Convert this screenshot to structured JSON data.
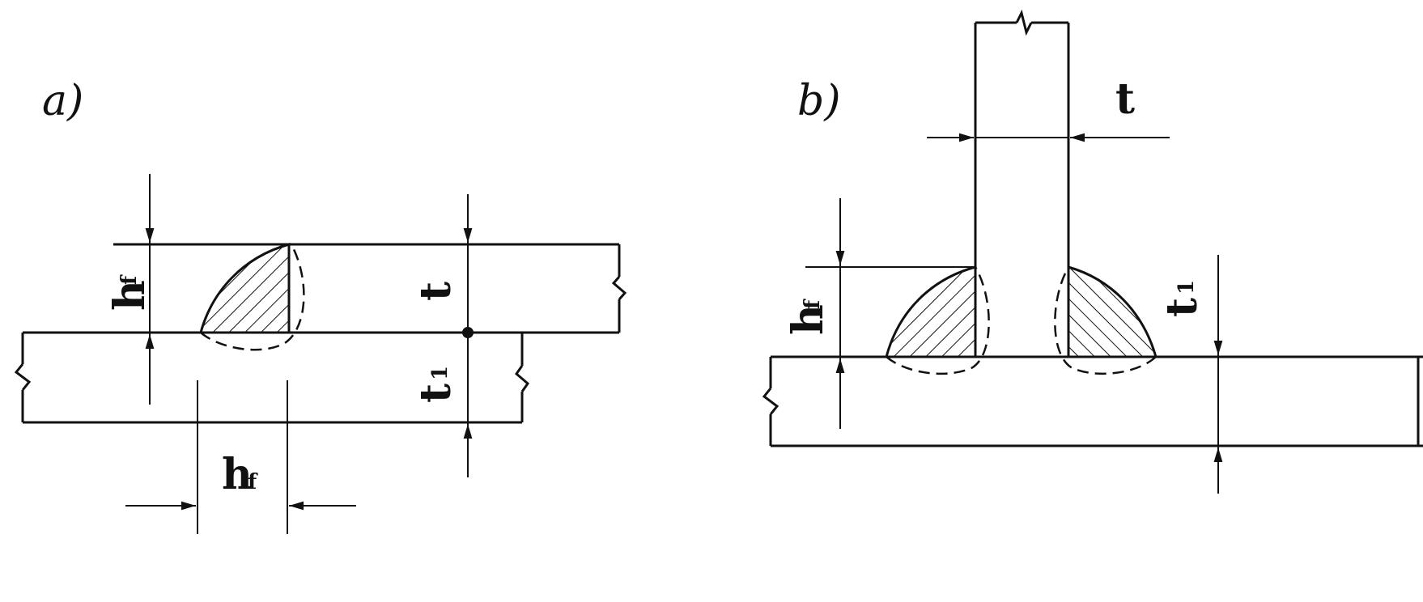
{
  "figure": {
    "panel_a": {
      "label": "a)",
      "dim_hf_vertical": "h",
      "dim_hf_vertical_sub": "f",
      "dim_hf_horizontal": "h",
      "dim_hf_horizontal_sub": "f",
      "dim_t": "t",
      "dim_t1": "t",
      "dim_t1_sub": "1"
    },
    "panel_b": {
      "label": "b)",
      "dim_t": "t",
      "dim_hf": "h",
      "dim_hf_sub": "f",
      "dim_t1": "t",
      "dim_t1_sub": "1"
    }
  }
}
